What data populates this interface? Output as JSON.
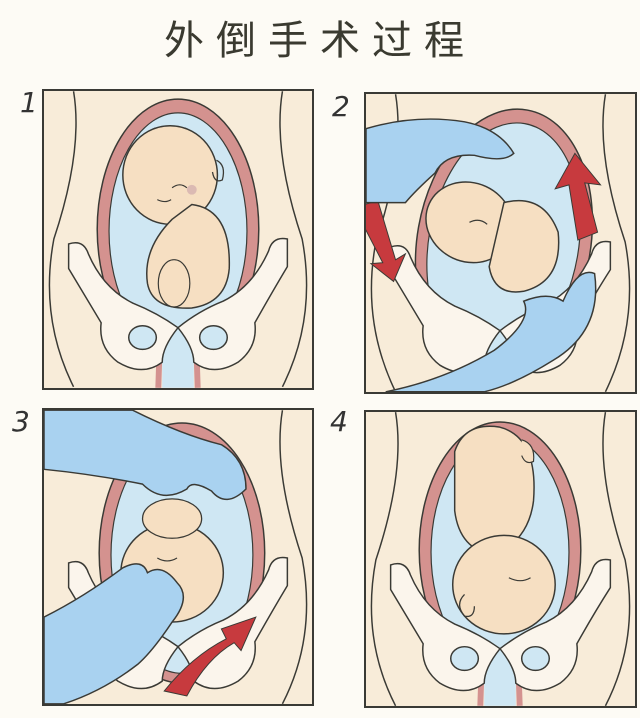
{
  "title": "外倒手术过程",
  "colors": {
    "background": "#fdfbf5",
    "body_skin": "#f8ecd9",
    "fetus_skin": "#f6dfc2",
    "amniotic_fluid": "#cfe7f3",
    "uterus_wall": "#d4928f",
    "glove": "#a9d2f0",
    "arrow": "#c73a3e",
    "bone": "#fbf5ec",
    "outline": "#3a3a35"
  },
  "panels": [
    {
      "number": "1",
      "description": "Fetus in breech position inside uterus, head up"
    },
    {
      "number": "2",
      "description": "Two gloved hands on abdomen begin rotating the fetus; red arrows show rotation direction"
    },
    {
      "number": "3",
      "description": "Hands continue pushing the fetus around; curved red arrow indicates rotation"
    },
    {
      "number": "4",
      "description": "Fetus now in head-down (cephalic) position"
    }
  ]
}
